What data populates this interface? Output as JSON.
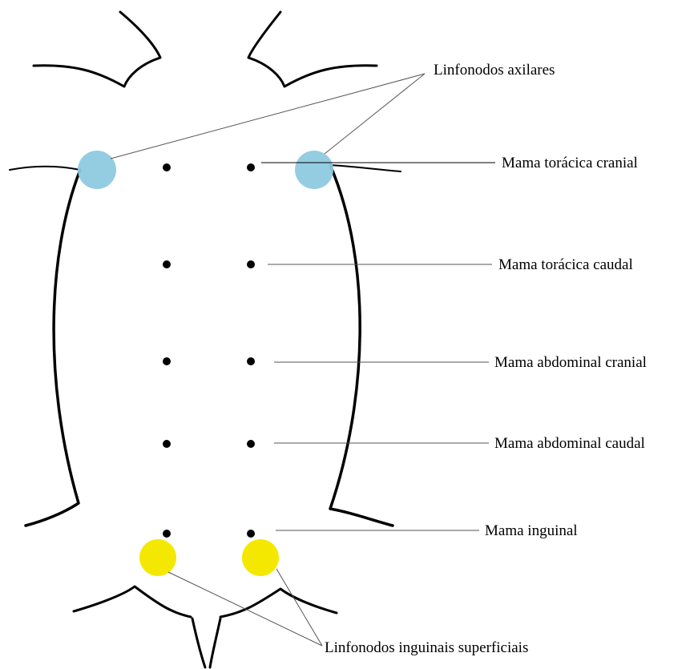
{
  "labels": {
    "axillary_nodes": "Linfonodos axilares",
    "cranial_thoracic": "Mama torácica cranial",
    "caudal_thoracic": "Mama torácica caudal",
    "cranial_abdominal": "Mama abdominal cranial",
    "caudal_abdominal": "Mama abdominal caudal",
    "inguinal": "Mama inguinal",
    "inguinal_nodes": "Linfonodos inguinais superficiais"
  },
  "colors": {
    "axillary_node": "#8ecae0",
    "inguinal_node": "#f5e800",
    "outline": "#000000",
    "leader_line": "#555555"
  }
}
